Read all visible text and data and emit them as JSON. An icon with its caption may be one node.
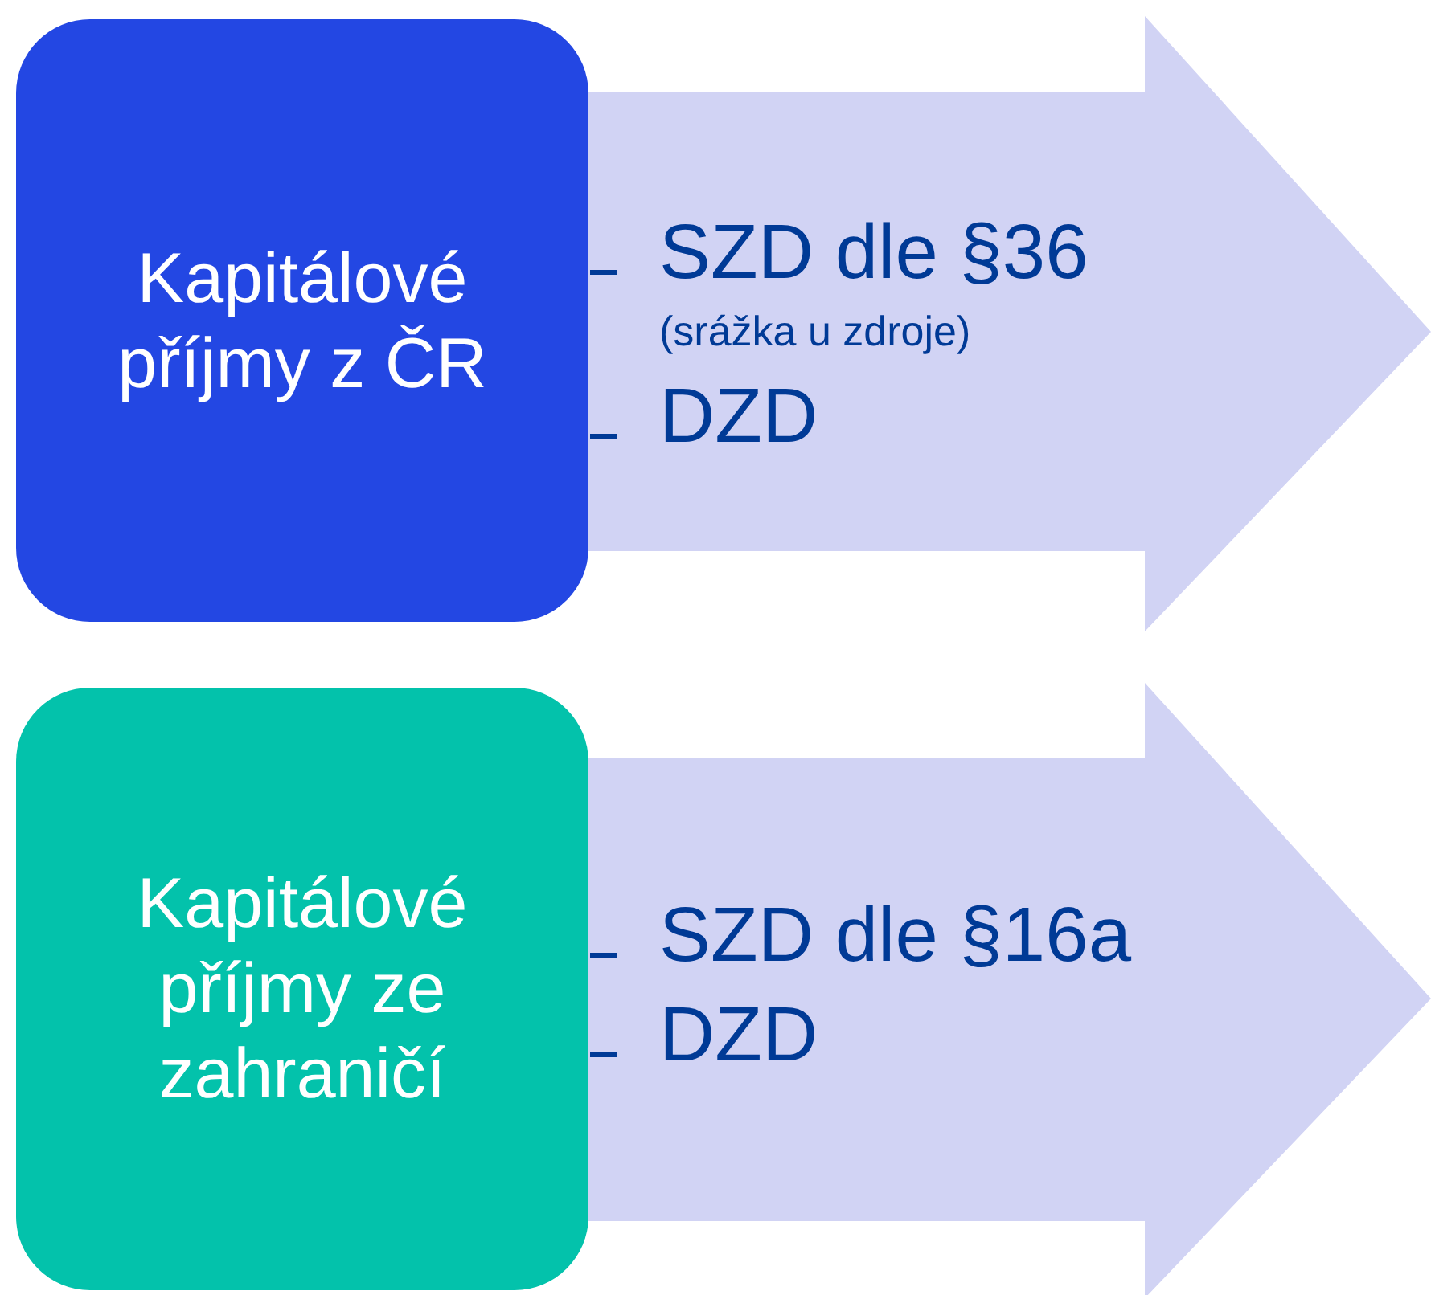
{
  "diagram": {
    "nodes": [
      {
        "text": [
          "Kapitálové příjmy z ČR"
        ]
      },
      {
        "text": [
          "SZD dle §36",
          "(srážka u zdroje)",
          "DZD"
        ]
      },
      {
        "text": [
          "Kapitálové příjmy ze zahraničí"
        ]
      },
      {
        "text": [
          "SZD dle §16a",
          "DZD"
        ]
      }
    ]
  }
}
